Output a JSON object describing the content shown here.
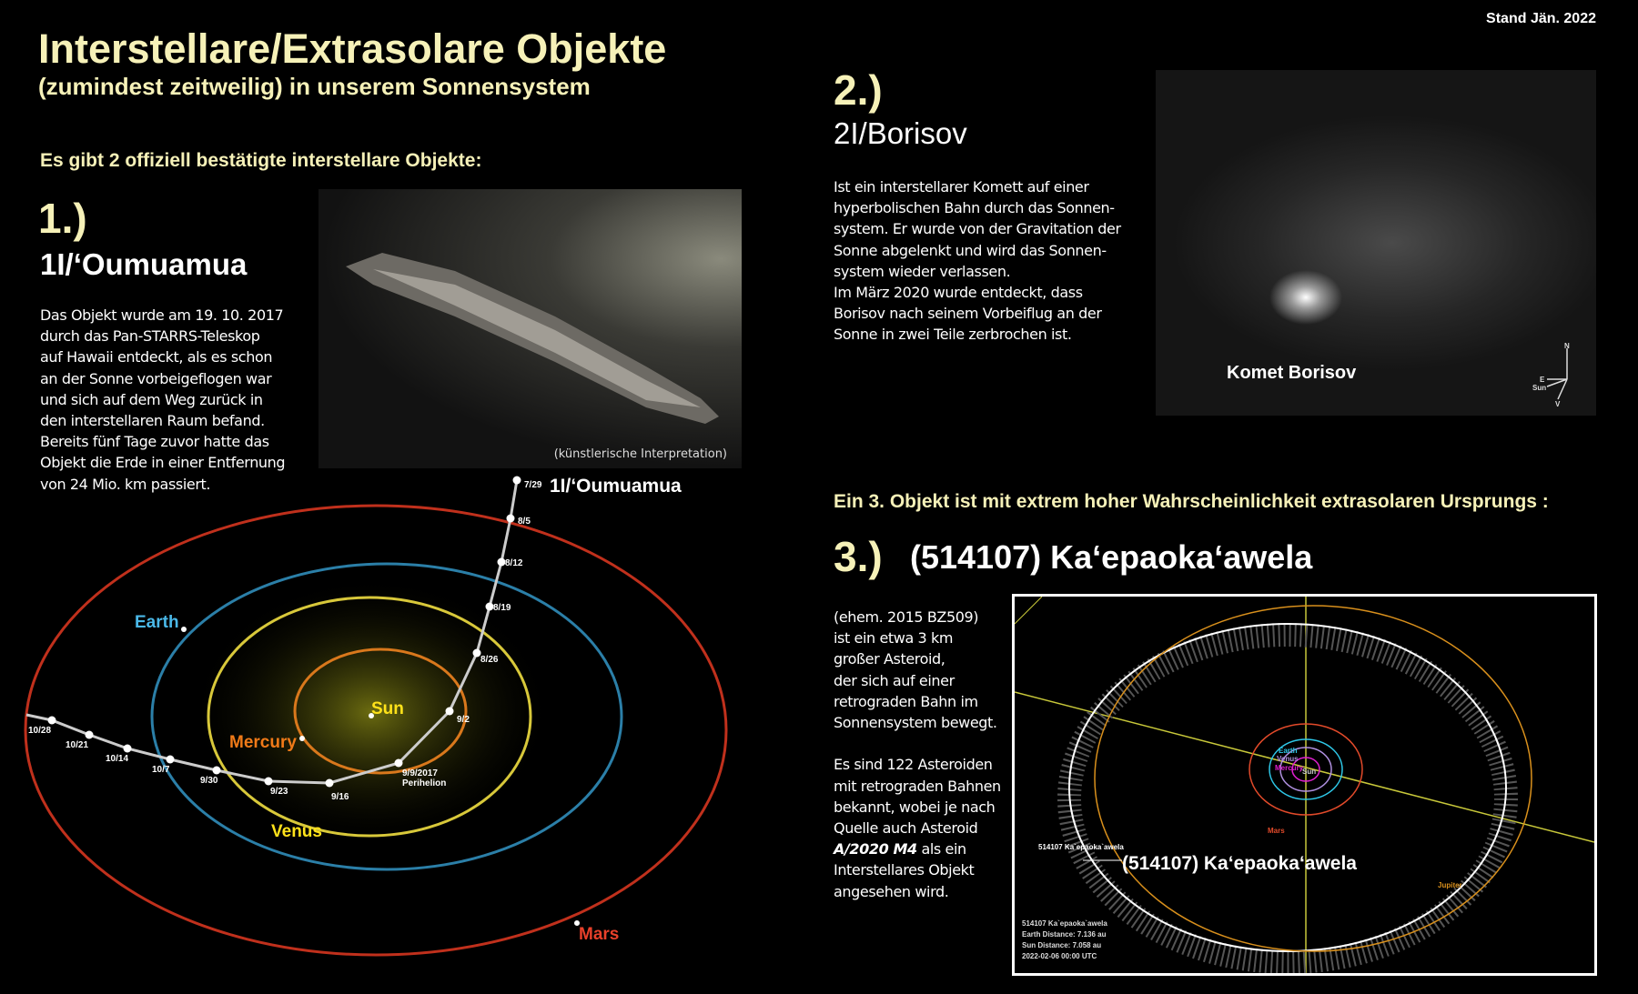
{
  "stand": "Stand Jän. 2022",
  "title": "Interstellare/Extrasolare Objekte",
  "subtitle": "(zumindest zeitweilig) in unserem Sonnensystem",
  "intro": "Es gibt 2 offiziell bestätigte interstellare Objekte:",
  "obj1": {
    "num": "1.)",
    "name": "1I/‘Oumuamua",
    "text": [
      "Das Objekt wurde am 19. 10. 2017",
      "durch das Pan-STARRS-Teleskop",
      "auf Hawaii entdeckt, als es schon",
      "an der Sonne vorbeigeflogen war",
      "und sich auf dem Weg zurück in",
      "den interstellaren Raum befand.",
      "Bereits fünf Tage zuvor hatte das",
      "Objekt die Erde in einer Entfernung",
      "von 24 Mio. km passiert."
    ],
    "image_caption": "(künstlerische Interpretation)"
  },
  "orbit": {
    "object_label": "1I/‘Oumuamua",
    "planets": {
      "sun": "Sun",
      "mercury": "Mercury",
      "venus": "Venus",
      "earth": "Earth",
      "mars": "Mars"
    },
    "dates": [
      "7/29",
      "8/5",
      "8/12",
      "8/19",
      "8/26",
      "9/2",
      "9/9/2017",
      "9/16",
      "9/23",
      "9/30",
      "10/7",
      "10/14",
      "10/21",
      "10/28"
    ],
    "perihelion": "Perihelion"
  },
  "obj2": {
    "num": "2.)",
    "name": "2I/Borisov",
    "text": [
      "Ist ein interstellarer Komett auf einer",
      "hyperbolischen Bahn durch das Sonnen-",
      "system. Er wurde von der Gravitation der",
      "Sonne abgelenkt und wird das Sonnen-",
      "system wieder verlassen.",
      "Im März 2020 wurde entdeckt, dass",
      "Borisov nach seinem Vorbeiflug an der",
      "Sonne in zwei Teile zerbrochen ist."
    ],
    "image_caption": "Komet Borisov",
    "compass": {
      "n": "N",
      "e": "E",
      "sun": "Sun",
      "v": "V"
    }
  },
  "obj3": {
    "intro": "Ein 3. Objekt ist mit extrem hoher Wahrscheinlichkeit extrasolaren Ursprungs :",
    "num": "3.)",
    "name": "(514107) Ka‘epaoka‘awela",
    "text": [
      "(ehem. 2015 BZ509)",
      "ist ein etwa 3 km",
      "großer Asteroid,",
      "der sich auf einer",
      "retrograden Bahn im",
      "Sonnensystem bewegt.",
      "",
      "Es sind 122 Asteroiden",
      "mit retrograden Bahnen",
      "bekannt, wobei je nach",
      "Quelle auch Asteroid"
    ],
    "text_em": "A/2020 M4",
    "text_em_after": " als ein",
    "text_end": [
      "Interstellares Objekt",
      "angesehen wird."
    ],
    "diagram": {
      "overlay_label": "(514107) Ka‘epaoka‘awela",
      "small_label": "514107 Ka`epaoka`awela",
      "planets": {
        "earth": "Earth",
        "venus": "Venus",
        "mercury": "Mercury",
        "sun": "Sun",
        "mars": "Mars",
        "jupiter": "Jupiter"
      },
      "info": [
        "514107 Ka`epaoka`awela",
        "Earth Distance: 7.136 au",
        "Sun Distance: 7.058 au",
        "2022-02-06 00:00 UTC"
      ]
    }
  }
}
